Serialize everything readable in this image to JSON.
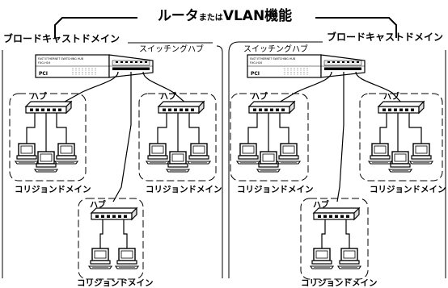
{
  "title": {
    "part1": "ルータ",
    "part2": "または",
    "part3": "VLAN機能"
  },
  "domains": [
    {
      "label": "ブロードキャストドメイン",
      "switch_label": "スイッチングハブ",
      "switch_panel_text": "FAST ETHERNET SWITCHING HUB",
      "switch_model": "FXG-H16",
      "hub_label": "ハブ",
      "collision_label": "コリジョンドメイン"
    },
    {
      "label": "ブロードキャストドメイン",
      "switch_label": "スイッチングハブ",
      "switch_panel_text": "FAST ETHERNET SWITCHING HUB",
      "switch_model": "FXG-H16",
      "hub_label": "ハブ",
      "collision_label": "コリジョンドメイン"
    }
  ]
}
